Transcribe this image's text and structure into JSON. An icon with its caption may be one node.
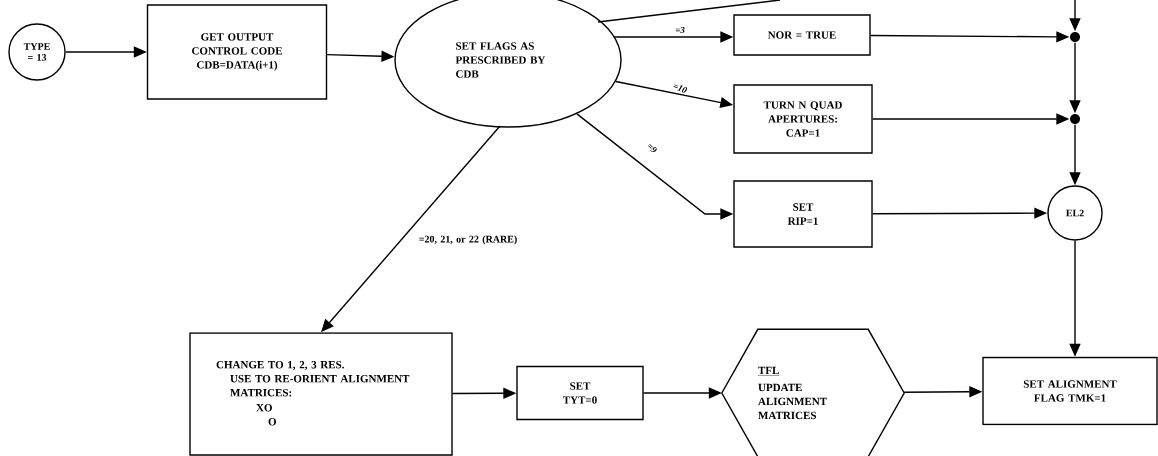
{
  "diagram": {
    "nodes": [
      {
        "text": [
          "TYPE = 13"
        ]
      },
      {
        "text": [
          "GET OUTPUT CONTROL CODE CDB=DATA(i+1)"
        ]
      },
      {
        "text": [
          "SET FLAGS AS PRESCRIBED BY CDB"
        ]
      },
      {
        "text": [
          "NOR = TRUE"
        ]
      },
      {
        "text": [
          "TURN N QUAD APERTURES: CAP=1"
        ]
      },
      {
        "text": [
          "SET RIP=1"
        ]
      },
      {
        "text": [],
        "shape": "circle"
      },
      {
        "text": [],
        "shape": "circle"
      },
      {
        "text": [
          "EL2"
        ]
      },
      {
        "text": [
          "CHANGE TO 1, 2, 3 RES.",
          "USE TO RE-ORIENT ALIGNMENT MATRICES:",
          "XO",
          "O"
        ]
      },
      {
        "text": [
          "SET TYT=0"
        ]
      },
      {
        "text": [
          "TFL",
          "UPDATE ALIGNMENT MATRICES"
        ]
      },
      {
        "text": [
          "SET ALIGNMENT FLAG TMK=1"
        ]
      }
    ],
    "edges": [
      {
        "from": 0,
        "to": 1,
        "arrow": "to"
      },
      {
        "from": 1,
        "to": 2,
        "arrow": "to"
      },
      {
        "from": 2,
        "to": null,
        "arrow": "none"
      },
      {
        "from": 2,
        "to": 3,
        "arrow": "to",
        "label": "=3"
      },
      {
        "from": 2,
        "to": 4,
        "arrow": "to",
        "label": "=10"
      },
      {
        "from": 2,
        "to": 5,
        "arrow": "to",
        "label": "=9"
      },
      {
        "from": 2,
        "to": 9,
        "arrow": "to",
        "label": "=20, 21, or 22 (RARE)"
      },
      {
        "from": null,
        "to": 6,
        "arrow": "to"
      },
      {
        "from": 3,
        "to": 6,
        "arrow": "to"
      },
      {
        "from": 6,
        "to": 7,
        "arrow": "to"
      },
      {
        "from": 4,
        "to": 7,
        "arrow": "to"
      },
      {
        "from": 7,
        "to": 8,
        "arrow": "to"
      },
      {
        "from": 5,
        "to": 8,
        "arrow": "to"
      },
      {
        "from": 8,
        "to": 12,
        "arrow": "to"
      },
      {
        "from": 9,
        "to": 10,
        "arrow": "to"
      },
      {
        "from": 10,
        "to": 11,
        "arrow": "to"
      },
      {
        "from": 11,
        "to": 12,
        "arrow": "to"
      }
    ]
  }
}
